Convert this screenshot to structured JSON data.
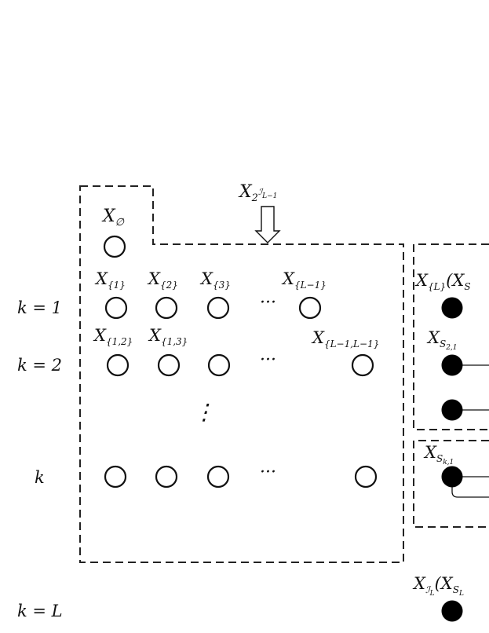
{
  "row_labels": {
    "k1": "k = 1",
    "k2": "k = 2",
    "k": "k",
    "kL": "k = L"
  },
  "node_labels": {
    "empty": {
      "base": "X",
      "sub": "∅"
    },
    "top_arrow": {
      "base": "X",
      "sub": "2",
      "sup": "ℐ",
      "supsub": "L−1"
    },
    "s1": {
      "base": "X",
      "sub": "{1}"
    },
    "s2": {
      "base": "X",
      "sub": "{2}"
    },
    "s3": {
      "base": "X",
      "sub": "{3}"
    },
    "sL1": {
      "base": "X",
      "sub": "{L−1}"
    },
    "s12": {
      "base": "X",
      "sub": "{1,2}"
    },
    "s13": {
      "base": "X",
      "sub": "{1,3}"
    },
    "sLL": {
      "base": "X",
      "sub": "{L−1,L−1}"
    },
    "right_L": {
      "base": "X",
      "sub": "{L}",
      "tail": "(X",
      "tailsub": "S"
    },
    "right_S21": {
      "base": "X",
      "sub": "S",
      "subsub": "2,1"
    },
    "right_Sk1": {
      "base": "X",
      "sub": "S",
      "subsub": "k,1"
    },
    "right_IL": {
      "base": "X",
      "sub": "ℐ",
      "subsub": "L",
      "tail": "(X",
      "tailsub": "S",
      "tailsubsub": "L"
    }
  },
  "ellipses": {
    "row1": "···",
    "row2": "···",
    "rowk": "···",
    "vertical": "⋮"
  }
}
